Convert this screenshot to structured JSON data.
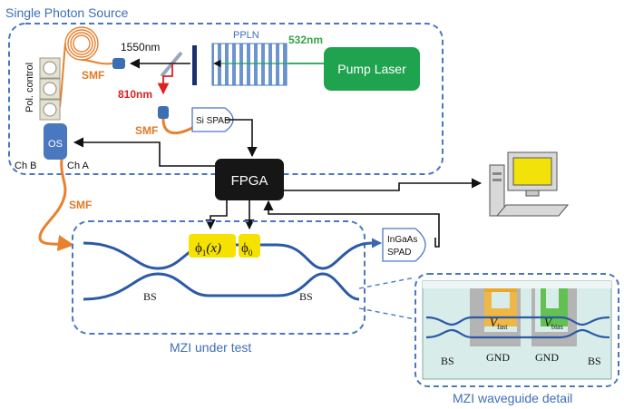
{
  "labels": {
    "single_photon_source": "Single Photon Source",
    "pol_control": "Pol. control",
    "wl_1550": "1550nm",
    "wl_810": "810nm",
    "wl_532": "532nm",
    "ppln": "PPLN",
    "pump_laser": "Pump Laser",
    "smf_top": "SMF",
    "smf_mid": "SMF",
    "smf_bottom": "SMF",
    "si_spad": "Si SPAD",
    "os": "OS",
    "ch_b": "Ch B",
    "ch_a": "Ch A",
    "fpga": "FPGA",
    "phi1_main": "ϕ",
    "phi1_sub": "1",
    "phi1_arg": "(x)",
    "phi0_main": "ϕ",
    "phi0_sub": "0",
    "ingaas_line1": "InGaAs",
    "ingaas_line2": "SPAD",
    "bs_left": "BS",
    "bs_right": "BS",
    "mzi_under_test": "MZI under test",
    "detail_bs_left": "BS",
    "detail_bs_right": "BS",
    "gnd_left": "GND",
    "gnd_right": "GND",
    "v_fast_main": "V",
    "v_fast_sub": "fast",
    "v_bias_main": "V",
    "v_bias_sub": "bias",
    "mzi_waveguide_detail": "MZI waveguide detail"
  },
  "colors": {
    "frame_blue": "#4a78c0",
    "pump_green": "#1fa34f",
    "fpga_black": "#161616",
    "phase_yellow": "#f5e200",
    "fiber_orange": "#e8812e",
    "beam_red": "#e02020",
    "waveguide_blue": "#2b5aa6",
    "electrode_orange": "#f0b43c",
    "electrode_green": "#5cbf4a",
    "gnd_gray": "#b4b4b4"
  }
}
